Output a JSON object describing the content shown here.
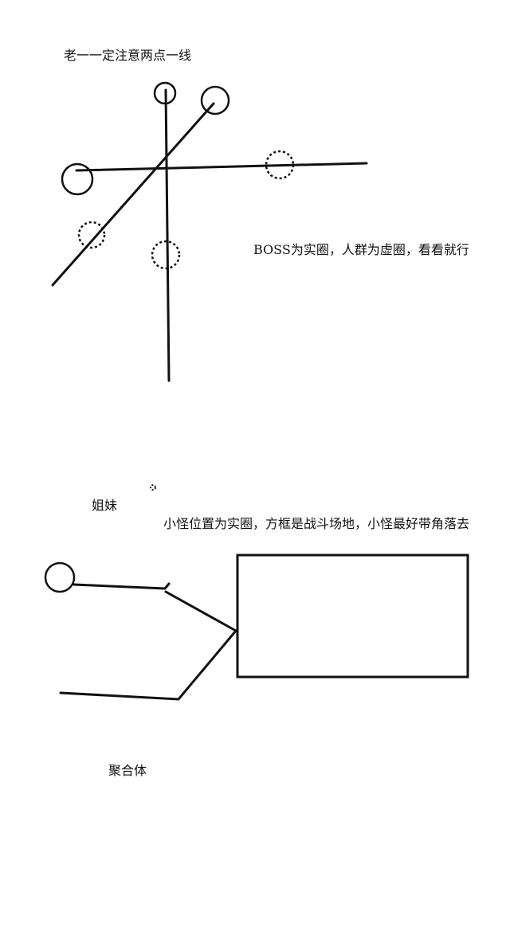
{
  "section_1": {
    "title": "老一一定注意两点一线",
    "note": "BOSS为实圈，人群为虚圈，看看就行"
  },
  "section_2": {
    "title": "姐妹",
    "note": "小怪位置为实圈，方框是战斗场地，小怪最好带角落去"
  },
  "section_3": {
    "title": "聚合体"
  },
  "colors": {
    "ink": "#111111",
    "background": "#ffffff"
  }
}
